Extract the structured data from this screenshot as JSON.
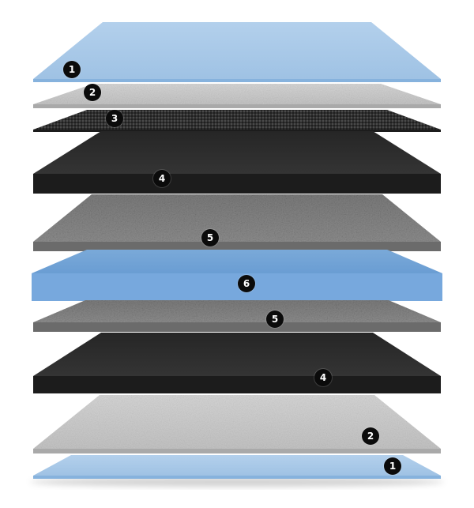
{
  "colors": {
    "blue_light": "#a9c9e7",
    "blue_mid": "#7fb0e0",
    "grey_light": "#cfcfcf",
    "grey_dark_weave": "#2e2e2e",
    "black_foam": "#2b2b2b",
    "grey_mid": "#8a8a8a",
    "marker_bg": "#0b0b0b",
    "marker_text": "#ffffff"
  },
  "layers": [
    {
      "marker": "1",
      "color": "blue_light",
      "icon": "thin-blue-sheet"
    },
    {
      "marker": "2",
      "color": "grey_light",
      "icon": "light-grey-fabric"
    },
    {
      "marker": "3",
      "color": "grey_dark_weave",
      "icon": "dark-woven-fabric"
    },
    {
      "marker": "4",
      "color": "black_foam",
      "icon": "black-foam-slab"
    },
    {
      "marker": "5",
      "color": "grey_mid",
      "icon": "grey-speckled-foam"
    },
    {
      "marker": "6",
      "color": "blue_mid",
      "icon": "blue-core-slab"
    },
    {
      "marker": "5",
      "color": "grey_mid",
      "icon": "grey-speckled-foam"
    },
    {
      "marker": "4",
      "color": "black_foam",
      "icon": "black-foam-slab"
    },
    {
      "marker": "2",
      "color": "grey_light",
      "icon": "light-grey-fabric"
    },
    {
      "marker": "1",
      "color": "blue_light",
      "icon": "thin-blue-sheet"
    }
  ]
}
